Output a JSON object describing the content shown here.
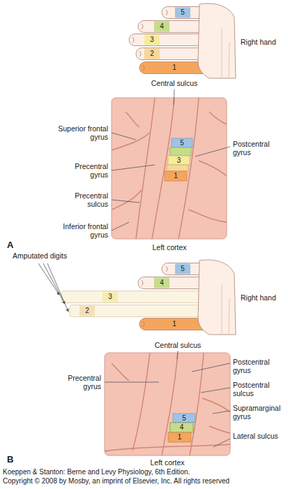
{
  "diagram": {
    "labels": [
      "5",
      "4",
      "3",
      "2",
      "1",
      "Right hand",
      "Central sulcus",
      "Superior frontal gyrus",
      "Precentral gyrus",
      "Postcentral gyrus",
      "Precentral sulcus",
      "Inferior frontal gyrus",
      "5",
      "3",
      "1",
      "Left cortex",
      "A",
      "Amputated digits",
      "5",
      "4",
      "3",
      "2",
      "1",
      "Right hand",
      "Central sulcus",
      "Precentral gyrus",
      "Postcentral gyrus",
      "Postcentral sulcus",
      "Supramarginal gyrus",
      "5",
      "4",
      "1",
      "Lateral sulcus",
      "Left cortex",
      "B",
      "Koeppen & Stanton: Berne and Levy Physiology, 6th Edition.",
      "Copyright © 2008 by Mosby, an imprint of Elsevier, Inc. All rights reserved"
    ]
  }
}
